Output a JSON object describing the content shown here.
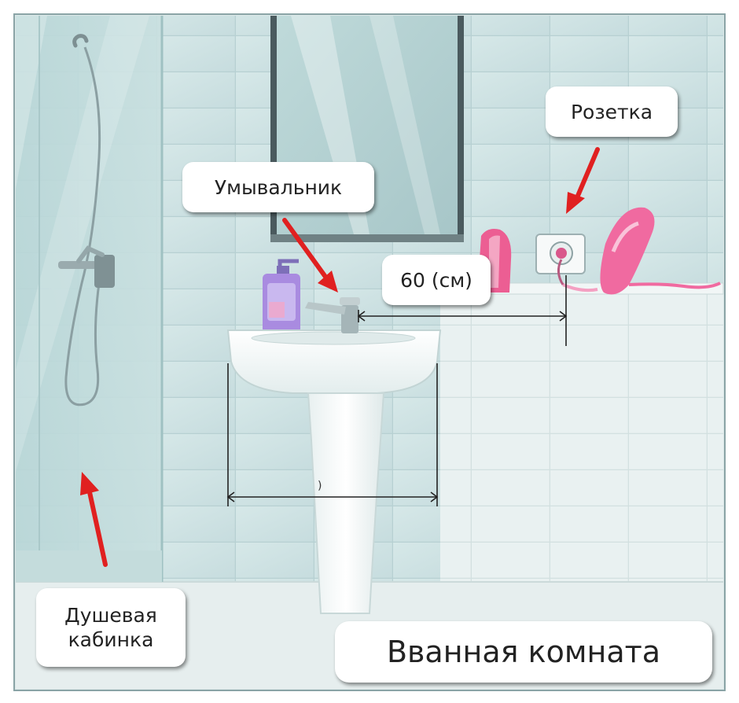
{
  "labels": {
    "socket": "Розетка",
    "sink": "Умывальник",
    "distance": "60 (см)",
    "shower": "Душевая\nкабинка",
    "room": "Вванная комната"
  },
  "colors": {
    "wall_tile": "#cfe3e4",
    "tile_line": "#b3cfd1",
    "shower_glass": "#bcd9d9",
    "floor": "#e6eeee",
    "arrow_red": "#e02020",
    "sink_white": "#f5f9f9",
    "soap_purple": "#a98be0",
    "pink": "#f06aa0"
  }
}
